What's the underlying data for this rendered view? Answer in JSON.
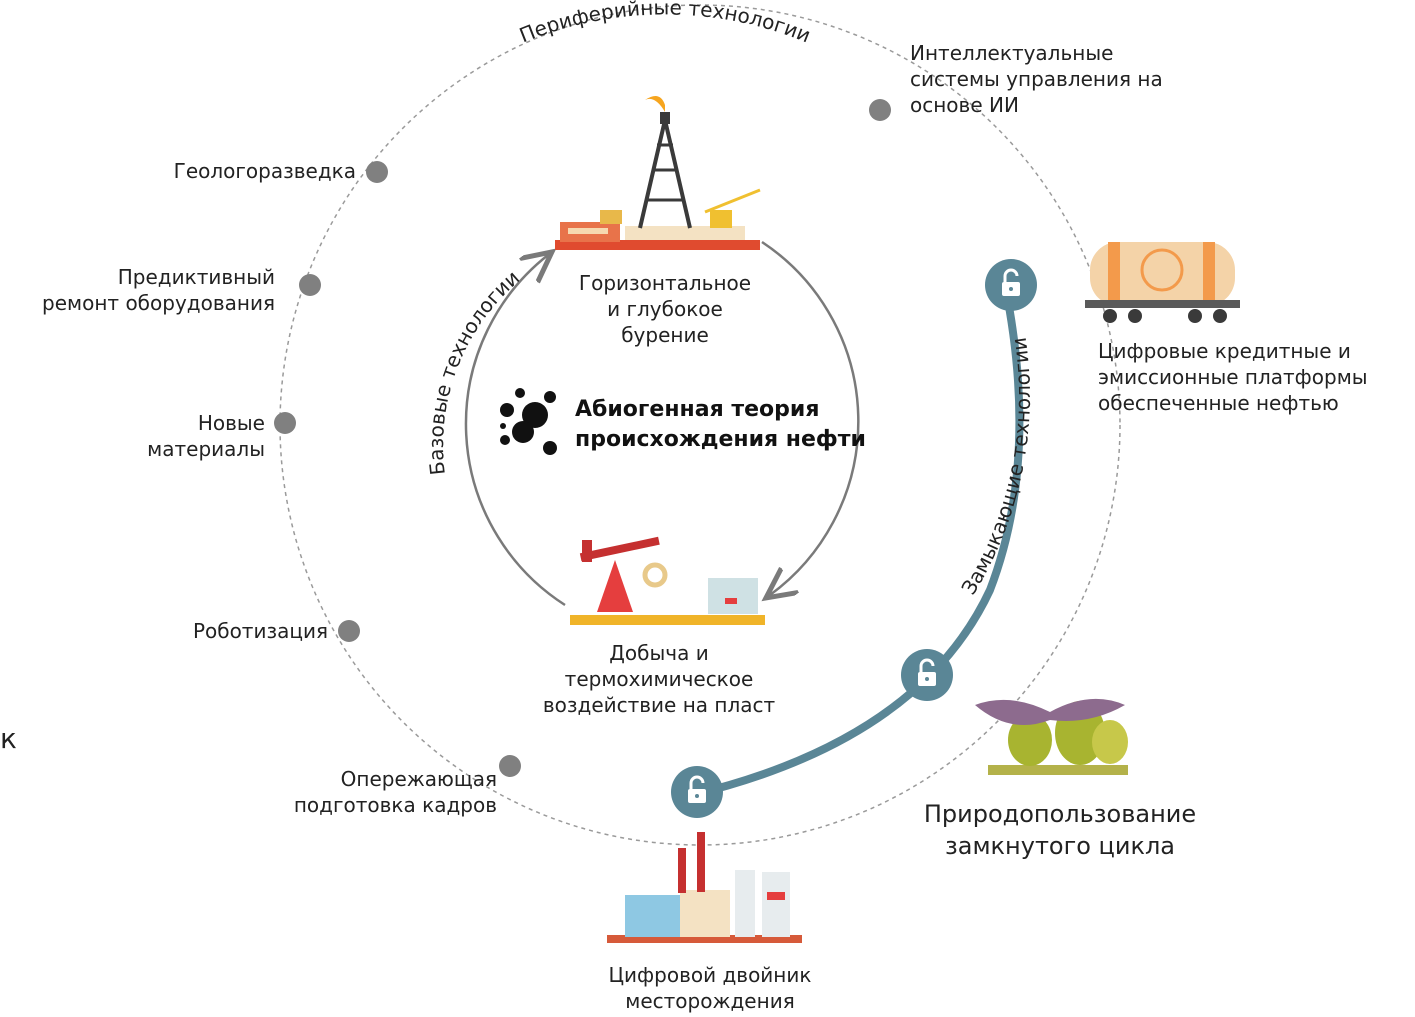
{
  "arcs": {
    "peripheral": "Периферийные технологии",
    "base": "Базовые технологии",
    "closing": "Замыкающие технологии"
  },
  "center": {
    "title": "Абиогенная теория\nпроисхождения нефти",
    "icon": "bubbles-icon"
  },
  "inner": {
    "top": "Горизонтальное\nи глубокое\nбурение",
    "bottom": "Добыча и\nтермохимическое\nвоздействие на пласт"
  },
  "peripheral_items": {
    "ai": "Интеллектуальные\nсистемы управления на\nоснове ИИ",
    "geo": "Геологоразведка",
    "repair": "Предиктивный\nремонт оборудования",
    "materials": "Новые\nматериалы",
    "robotics": "Роботизация",
    "staff": "Опережающая\nподготовка кадров"
  },
  "closing_items": {
    "platforms": "Цифровые кредитные и\nэмиссионные платформы\nобеспеченные нефтью",
    "nature": "Природопользование\nзамкнутого цикла",
    "twin": "Цифровой двойник\nместорождения"
  },
  "edge_glyph": "к",
  "colors": {
    "dots": "#808080",
    "lock": "#5a8696",
    "dashed": "#9a9a9a",
    "inner_arrow": "#7a7a7a"
  },
  "icons": [
    "oil-rig-icon",
    "pumpjack-icon",
    "tank-car-icon",
    "lock-icon",
    "refinery-icon",
    "forest-icon"
  ]
}
